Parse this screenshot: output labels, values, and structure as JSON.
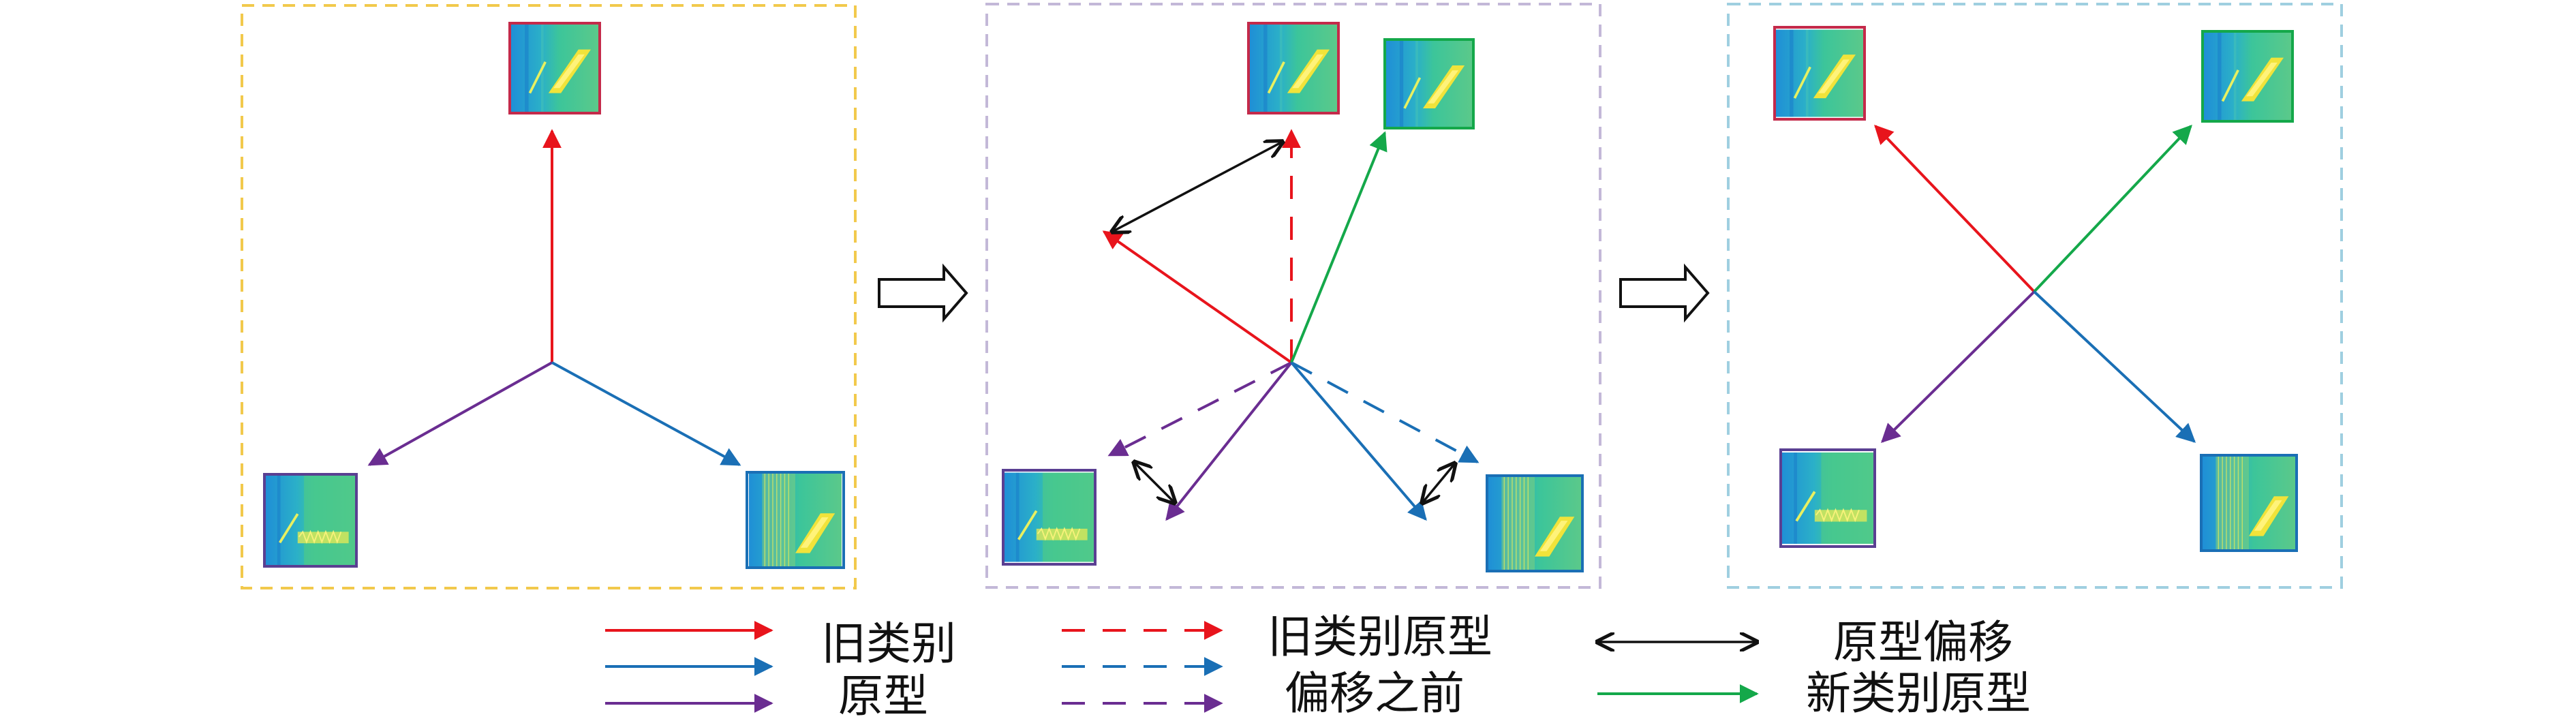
{
  "legend": {
    "old_label_1": "旧类别",
    "old_label_2": "原型",
    "before_label_1": "旧类别原型",
    "before_label_2": "偏移之前",
    "shift_label": "原型偏移",
    "new_label": "新类别原型"
  },
  "colors": {
    "red": "#e8141c",
    "blue": "#1a6fb5",
    "purple": "#6a2d91",
    "green": "#14a84a",
    "black": "#111111",
    "panel1_border": "#f2c94c",
    "panel2_border": "#c3b8d8",
    "panel3_border": "#9fcfe0"
  },
  "icons": [
    "spectrogram-thumbnail",
    "hollow-right-arrow"
  ]
}
